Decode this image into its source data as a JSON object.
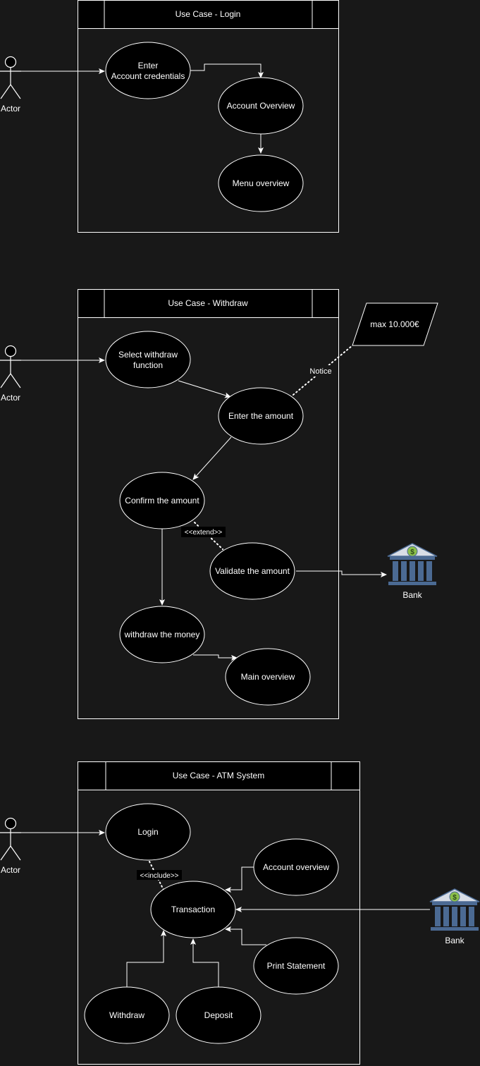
{
  "colors": {
    "background": "#181818",
    "stroke": "#ffffff",
    "fill": "#000000",
    "bank_pillar": "#4b6a93",
    "bank_coin": "#8bbf4a"
  },
  "login": {
    "title": "Use Case - Login",
    "actor": "Actor",
    "enter_line1": "Enter",
    "enter_line2": "Account credentials",
    "account_overview": "Account Overview",
    "menu_overview": "Menu overview"
  },
  "withdraw": {
    "title": "Use Case - Withdraw",
    "actor": "Actor",
    "select_line1": "Select withdraw",
    "select_line2": "function",
    "enter_amount": "Enter the amount",
    "confirm_amount": "Confirm the amount",
    "validate_amount": "Validate the amount",
    "withdraw_money": "withdraw the money",
    "main_overview": "Main overview",
    "note": "max 10.000€",
    "notice_label": "Notice",
    "extend_label": "<<extend>>",
    "bank": "Bank",
    "bank_icon": "bank-icon"
  },
  "atm": {
    "title": "Use Case - ATM System",
    "actor": "Actor",
    "login": "Login",
    "transaction": "Transaction",
    "account_overview": "Account overview",
    "print_statement": "Print Statement",
    "withdraw": "Withdraw",
    "deposit": "Deposit",
    "include_label": "<<include>>",
    "bank": "Bank",
    "bank_icon": "bank-icon"
  }
}
